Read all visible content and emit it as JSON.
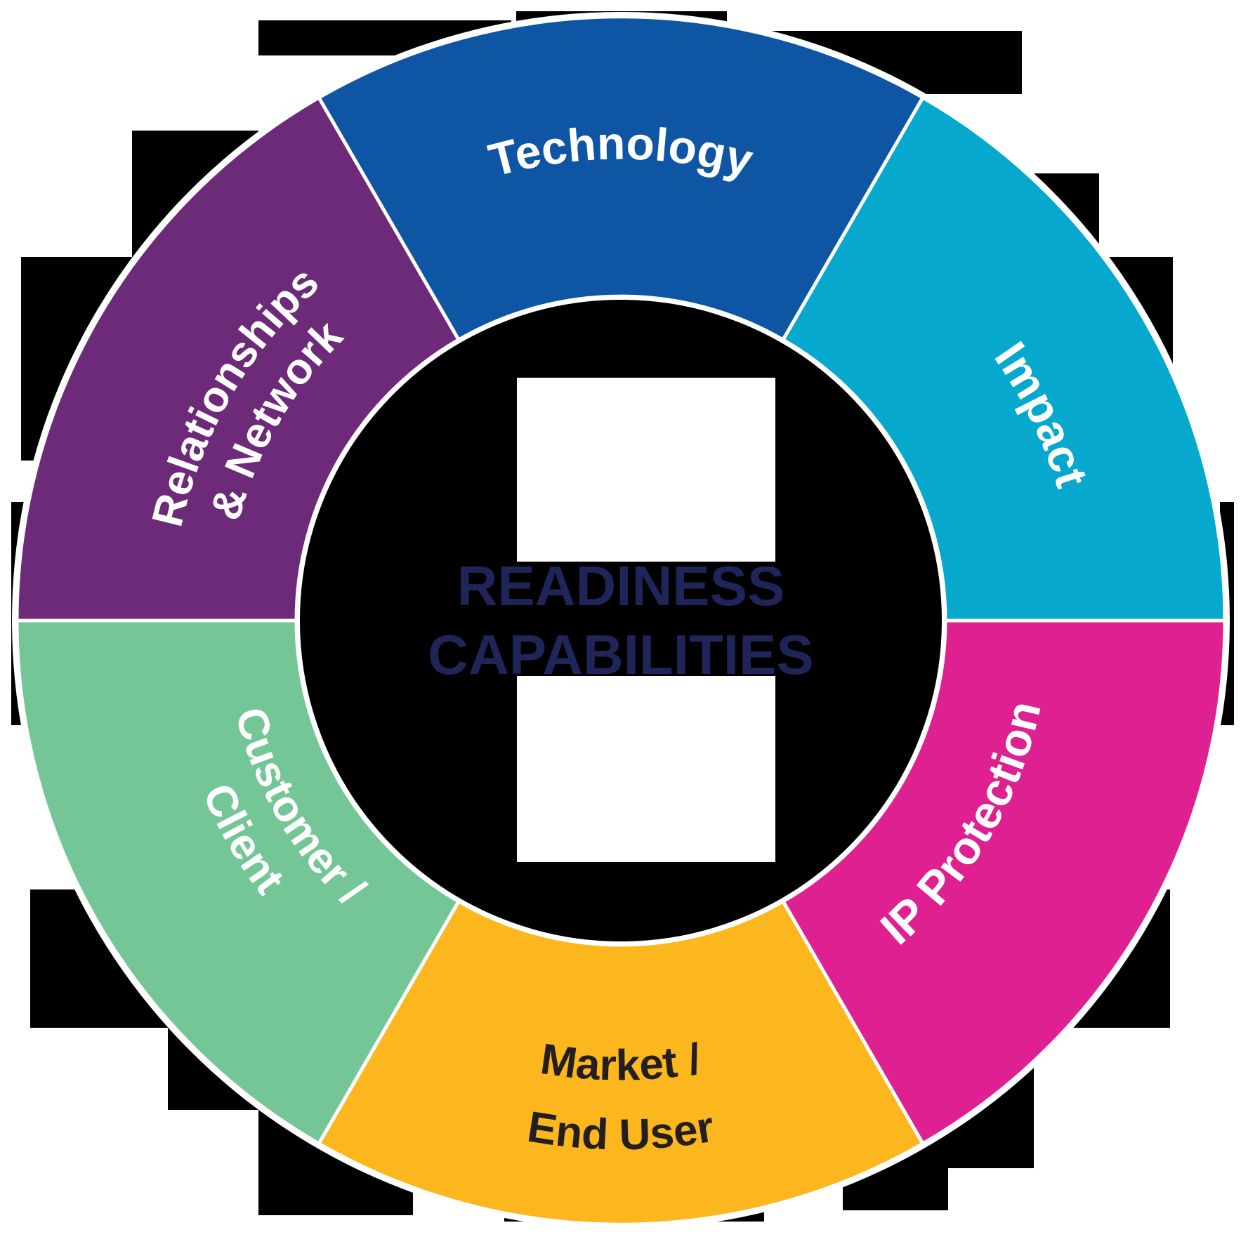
{
  "diagram": {
    "type": "segmented-ring",
    "center_title": {
      "line1": "READINESS",
      "line2": "CAPABILITIES",
      "color": "#1f2459"
    },
    "segments": [
      {
        "id": "technology",
        "label_lines": [
          "Technology"
        ],
        "color": "#0e56a4",
        "text_color": "#ffffff"
      },
      {
        "id": "impact",
        "label_lines": [
          "Impact"
        ],
        "color": "#06a8ce",
        "text_color": "#ffffff"
      },
      {
        "id": "ip-protection",
        "label_lines": [
          "IP Protection"
        ],
        "color": "#de2090",
        "text_color": "#ffffff"
      },
      {
        "id": "market-end-user",
        "label_lines": [
          "Market /",
          "End User"
        ],
        "color": "#fcb61e",
        "text_color": "#231f20"
      },
      {
        "id": "customer-client",
        "label_lines": [
          "Customer /",
          "Client"
        ],
        "color": "#74c697",
        "text_color": "#ffffff"
      },
      {
        "id": "relationships-network",
        "label_lines": [
          "Relationships",
          "& Network"
        ],
        "color": "#6d2a78",
        "text_color": "#ffffff"
      }
    ],
    "ring_border_color": "#ffffff",
    "hole_color": "#000000"
  }
}
